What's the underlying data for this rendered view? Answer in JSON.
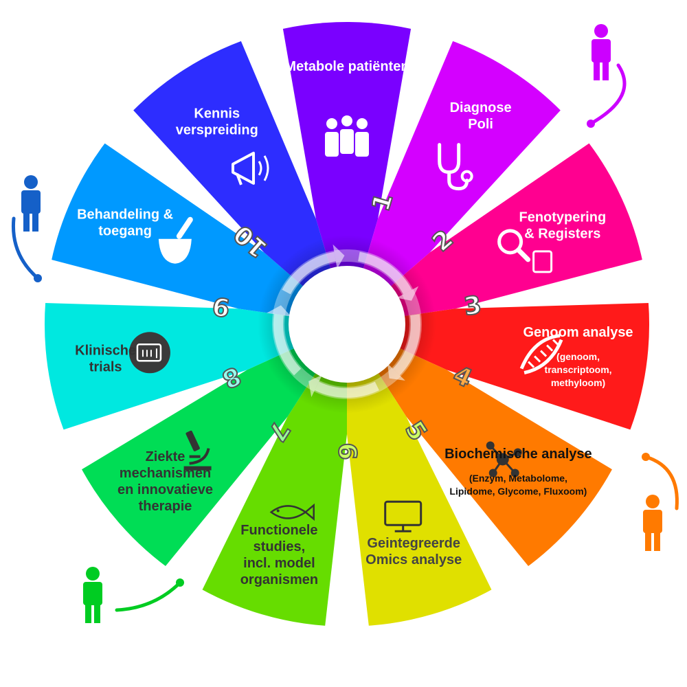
{
  "segments": [
    {
      "title": [
        "Metabole patiënten"
      ],
      "number": "",
      "icon": "people-icon",
      "color": "#7a00ff",
      "text_color": "#ffffff"
    },
    {
      "title": [
        "Diagnose",
        "Poli"
      ],
      "number": "1",
      "icon": "stethoscope-icon",
      "color": "#d400ff",
      "text_color": "#ffffff"
    },
    {
      "title": [
        "Fenotypering",
        "& Registers"
      ],
      "number": "2",
      "icon": "magnifier-icon",
      "color": "#ff0090",
      "text_color": "#ffffff"
    },
    {
      "title": [
        "Genoom analyse"
      ],
      "sub": [
        "(genoom,",
        "transcriptoom,",
        "methyloom)"
      ],
      "number": "3",
      "icon": "dna-icon",
      "color": "#ff1a1a",
      "text_color": "#ffffff"
    },
    {
      "title": [
        "Biochemische analyse"
      ],
      "sub": [
        "(Enzym, Metabolome,",
        "Lipidome, Glycome, Fluxoom)"
      ],
      "number": "4",
      "icon": "molecule-icon",
      "color": "#ff7a00",
      "text_color": "#111111"
    },
    {
      "title": [
        "Geintegreerde",
        "Omics analyse"
      ],
      "number": "5",
      "icon": "monitor-icon",
      "color": "#e0e000",
      "text_color": "#444444"
    },
    {
      "title": [
        "Functionele",
        "studies,",
        "incl. model",
        "organismen"
      ],
      "number": "6",
      "icon": "fish-icon",
      "color": "#66dd00",
      "text_color": "#333333"
    },
    {
      "title": [
        "Ziekte",
        "mechanismen",
        "en innovatieve",
        "therapie"
      ],
      "number": "7",
      "icon": "microscope-icon",
      "color": "#00dd55",
      "text_color": "#333333"
    },
    {
      "title": [
        "Klinische",
        "trials"
      ],
      "number": "8",
      "icon": "document-icon",
      "color": "#00e8e0",
      "text_color": "#333333"
    },
    {
      "title": [
        "Behandeling &",
        "toegang"
      ],
      "number": "9",
      "icon": "rx-icon",
      "color": "#0099ff",
      "text_color": "#ffffff"
    },
    {
      "title": [
        "Kennis",
        "verspreiding"
      ],
      "number": "10",
      "icon": "megaphone-icon",
      "color": "#2d2dff",
      "text_color": "#ffffff"
    }
  ],
  "persons": [
    {
      "icon": "person-icon",
      "color": "#cc00ff"
    },
    {
      "icon": "person-icon",
      "color": "#1560c8"
    },
    {
      "icon": "person-icon",
      "color": "#ff7a00"
    },
    {
      "icon": "person-icon",
      "color": "#00cc22"
    }
  ]
}
